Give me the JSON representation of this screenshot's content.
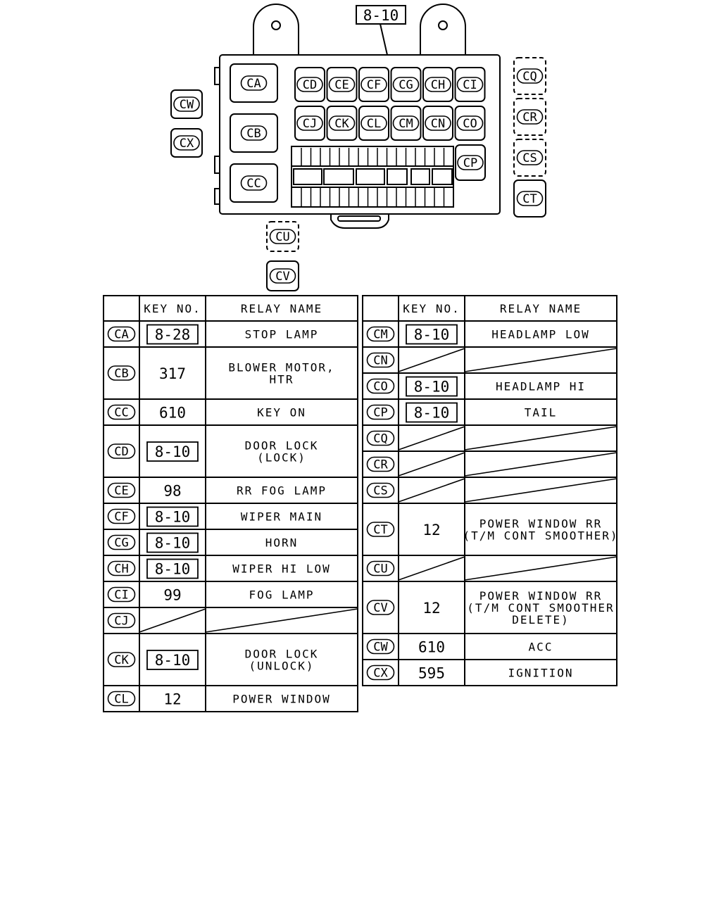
{
  "top_key": "8-10",
  "module_slots": {
    "large": [
      "CA",
      "CB",
      "CC"
    ],
    "row1": [
      "CD",
      "CE",
      "CF",
      "CG",
      "CH",
      "CI"
    ],
    "row2": [
      "CJ",
      "CK",
      "CL",
      "CM",
      "CN",
      "CO"
    ],
    "cp": "CP",
    "right": [
      "CQ",
      "CR",
      "CS",
      "CT"
    ],
    "left": [
      "CW",
      "CX"
    ],
    "bottom": [
      "CU",
      "CV"
    ]
  },
  "headers": {
    "blank": "",
    "key_no": "KEY NO.",
    "relay_name": "RELAY NAME"
  },
  "left_table": [
    {
      "code": "CA",
      "key": "8-28",
      "boxed": true,
      "name": [
        "STOP LAMP"
      ],
      "rows": 1
    },
    {
      "code": "CB",
      "key": "317",
      "boxed": false,
      "name": [
        "BLOWER MOTOR,",
        "HTR"
      ],
      "rows": 2
    },
    {
      "code": "CC",
      "key": "610",
      "boxed": false,
      "name": [
        "KEY ON"
      ],
      "rows": 1
    },
    {
      "code": "CD",
      "key": "8-10",
      "boxed": true,
      "name": [
        "DOOR LOCK",
        "(LOCK)"
      ],
      "rows": 2
    },
    {
      "code": "CE",
      "key": "98",
      "boxed": false,
      "name": [
        "RR FOG LAMP"
      ],
      "rows": 1
    },
    {
      "code": "CF",
      "key": "8-10",
      "boxed": true,
      "name": [
        "WIPER MAIN"
      ],
      "rows": 1
    },
    {
      "code": "CG",
      "key": "8-10",
      "boxed": true,
      "name": [
        "HORN"
      ],
      "rows": 1
    },
    {
      "code": "CH",
      "key": "8-10",
      "boxed": true,
      "name": [
        "WIPER HI LOW"
      ],
      "rows": 1
    },
    {
      "code": "CI",
      "key": "99",
      "boxed": false,
      "name": [
        "FOG LAMP"
      ],
      "rows": 1
    },
    {
      "code": "CJ",
      "key": "",
      "boxed": false,
      "name": [],
      "rows": 1,
      "empty": true
    },
    {
      "code": "CK",
      "key": "8-10",
      "boxed": true,
      "name": [
        "DOOR LOCK",
        "(UNLOCK)"
      ],
      "rows": 2
    },
    {
      "code": "CL",
      "key": "12",
      "boxed": false,
      "name": [
        "POWER WINDOW"
      ],
      "rows": 1
    }
  ],
  "right_table": [
    {
      "code": "CM",
      "key": "8-10",
      "boxed": true,
      "name": [
        "HEADLAMP LOW"
      ],
      "rows": 1
    },
    {
      "code": "CN",
      "key": "",
      "boxed": false,
      "name": [],
      "rows": 1,
      "empty": true
    },
    {
      "code": "CO",
      "key": "8-10",
      "boxed": true,
      "name": [
        "HEADLAMP HI"
      ],
      "rows": 1
    },
    {
      "code": "CP",
      "key": "8-10",
      "boxed": true,
      "name": [
        "TAIL"
      ],
      "rows": 1
    },
    {
      "code": "CQ",
      "key": "",
      "boxed": false,
      "name": [],
      "rows": 1,
      "empty": true
    },
    {
      "code": "CR",
      "key": "",
      "boxed": false,
      "name": [],
      "rows": 1,
      "empty": true
    },
    {
      "code": "CS",
      "key": "",
      "boxed": false,
      "name": [],
      "rows": 1,
      "empty": true
    },
    {
      "code": "CT",
      "key": "12",
      "boxed": false,
      "name": [
        "POWER WINDOW RR",
        "(T/M CONT SMOOTHER)"
      ],
      "rows": 2
    },
    {
      "code": "CU",
      "key": "",
      "boxed": false,
      "name": [],
      "rows": 1,
      "empty": true
    },
    {
      "code": "CV",
      "key": "12",
      "boxed": false,
      "name": [
        "POWER WINDOW RR",
        "(T/M CONT SMOOTHER",
        "DELETE)"
      ],
      "rows": 2
    },
    {
      "code": "CW",
      "key": "610",
      "boxed": false,
      "name": [
        "ACC"
      ],
      "rows": 1
    },
    {
      "code": "CX",
      "key": "595",
      "boxed": false,
      "name": [
        "IGNITION"
      ],
      "rows": 1
    }
  ]
}
